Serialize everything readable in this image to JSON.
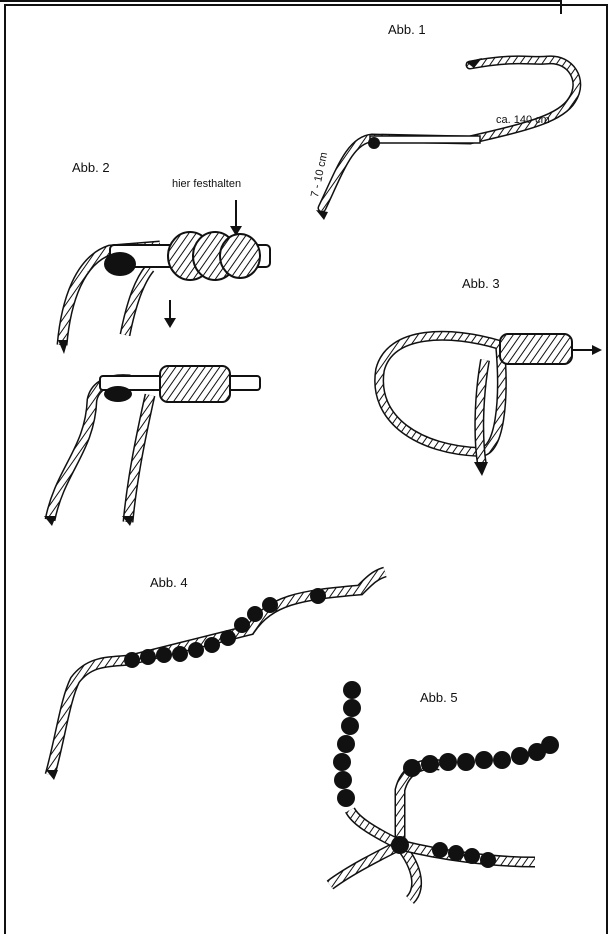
{
  "figures": {
    "abb1": {
      "title": "Abb. 1",
      "length": "ca. 140 cm",
      "tip": "7 - 10 cm"
    },
    "abb2": {
      "title": "Abb. 2",
      "hold": "hier festhalten"
    },
    "abb3": {
      "title": "Abb. 3"
    },
    "abb4": {
      "title": "Abb. 4"
    },
    "abb5": {
      "title": "Abb. 5"
    }
  },
  "colors": {
    "ink": "#111111",
    "paper": "#ffffff"
  }
}
